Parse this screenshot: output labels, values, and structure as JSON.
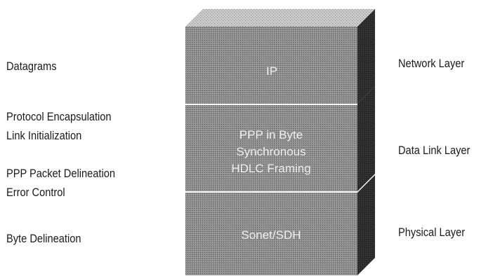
{
  "left_labels": {
    "datagrams": "Datagrams",
    "protocol_encapsulation": "Protocol Encapsulation",
    "link_initialization": "Link Initialization",
    "ppp_packet_delineation": "PPP Packet Delineation",
    "error_control": "Error Control",
    "byte_delineation": "Byte Delineation"
  },
  "right_labels": {
    "network_layer": "Network Layer",
    "data_link_layer": "Data Link Layer",
    "physical_layer": "Physical Layer"
  },
  "stack": {
    "ip": "IP",
    "ppp_line1": "PPP in Byte",
    "ppp_line2": "Synchronous",
    "ppp_line3": "HDLC Framing",
    "sonet": "Sonet/SDH"
  },
  "colors": {
    "front_face": "#8e8e8e",
    "top_face": "#c8c8c8",
    "side_face": "#2c2c2c",
    "text": "#1a1a1a"
  }
}
